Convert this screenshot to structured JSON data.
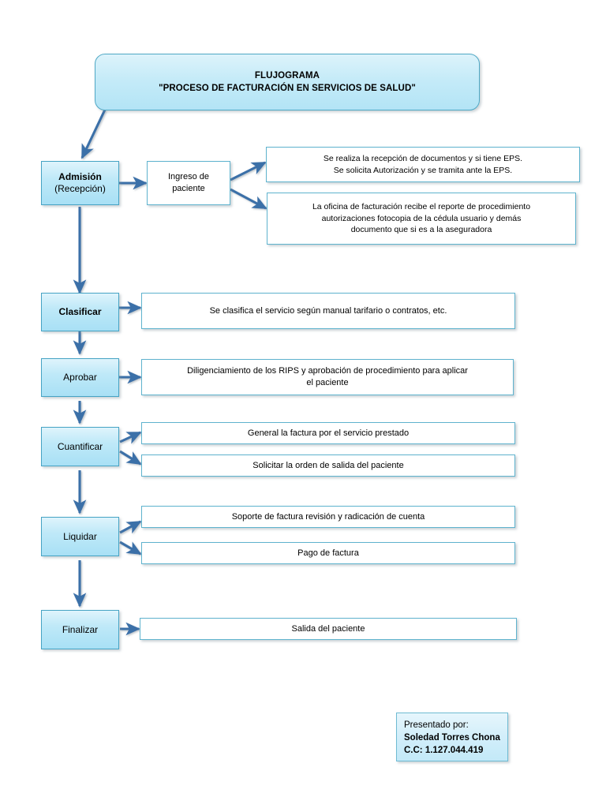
{
  "document": {
    "title_line_1": "FLUJOGRAMA",
    "title_line_2": "\"PROCESO DE FACTURACIÓN EN SERVICIOS DE SALUD\""
  },
  "theme": {
    "stage_fill": "#bfe9f8",
    "stage_border": "#46A3C4",
    "white_fill": "#ffffff",
    "white_border": "#5FB3CE",
    "arrow_color": "#3B6FA8",
    "page_background": "#ffffff"
  },
  "stages": [
    {
      "id": "admision",
      "label": "Admisión",
      "sublabel": "(Recepción)",
      "bold": true
    },
    {
      "id": "clasificar",
      "label": "Clasificar",
      "sublabel": "",
      "bold": true
    },
    {
      "id": "aprobar",
      "label": "Aprobar",
      "sublabel": "",
      "bold": false
    },
    {
      "id": "cuantificar",
      "label": "Cuantificar",
      "sublabel": "",
      "bold": false
    },
    {
      "id": "liquidar",
      "label": "Liquidar",
      "sublabel": "",
      "bold": false
    },
    {
      "id": "finalizar",
      "label": "Finalizar",
      "sublabel": "",
      "bold": false
    }
  ],
  "nodes": {
    "ingreso": {
      "line_1": "Ingreso de",
      "line_2": "paciente"
    },
    "admision_desc_1": {
      "line_1": "Se realiza la recepción de documentos y si tiene EPS.",
      "line_2": "Se solicita Autorización y se tramita ante la EPS."
    },
    "admision_desc_2": {
      "line_1": "La oficina de facturación recibe el reporte de procedimiento",
      "line_2": "autorizaciones fotocopia de la cédula usuario y demás",
      "line_3": "documento que si es a la aseguradora"
    },
    "clasificar_desc": {
      "line_1": "Se clasifica el servicio según manual tarifario o contratos, etc."
    },
    "aprobar_desc": {
      "line_1": "Diligenciamiento de los RIPS y aprobación de procedimiento para aplicar",
      "line_2": "el paciente"
    },
    "cuantificar_desc_1": {
      "line_1": "General la factura por el servicio prestado"
    },
    "cuantificar_desc_2": {
      "line_1": "Solicitar la orden de salida del paciente"
    },
    "liquidar_desc_1": {
      "line_1": "Soporte de factura revisión y radicación de cuenta"
    },
    "liquidar_desc_2": {
      "line_1": "Pago de factura"
    },
    "finalizar_desc": {
      "line_1": "Salida del paciente"
    }
  },
  "signature": {
    "intro": "Presentado por:",
    "name": "Soledad Torres Chona",
    "id_number": "C.C: 1.127.044.419"
  }
}
